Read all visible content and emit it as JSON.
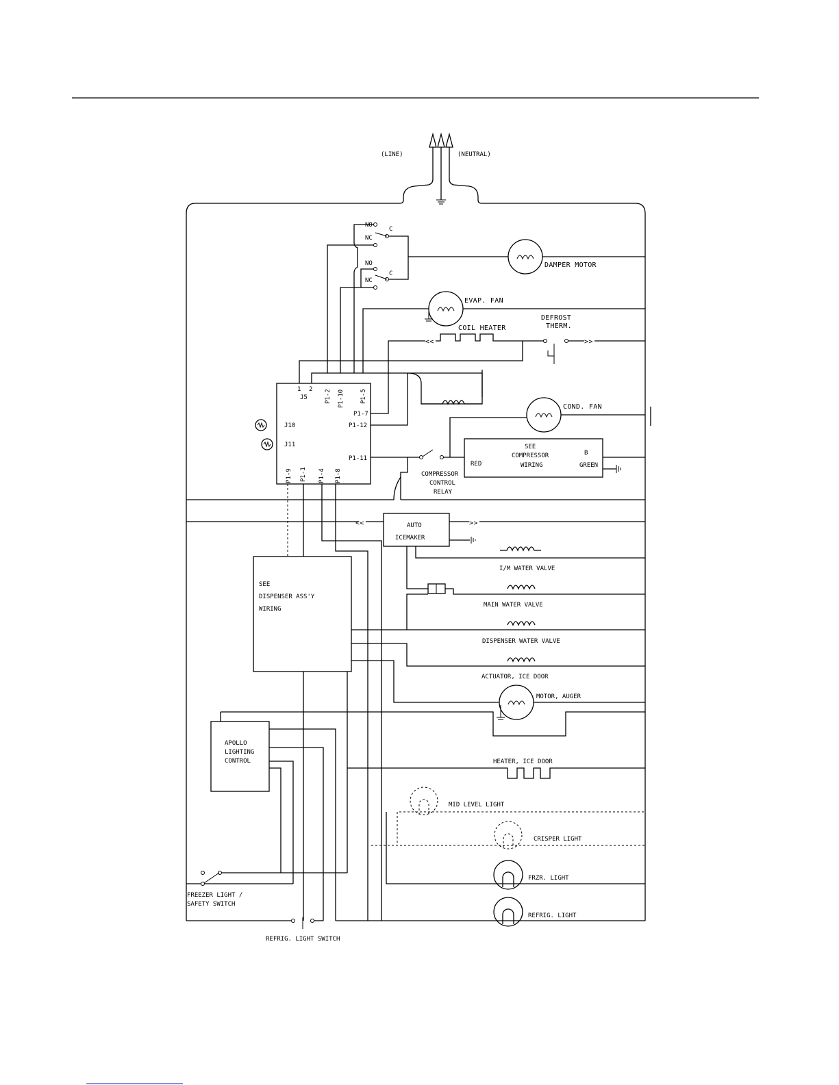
{
  "header": {
    "rule_visible": true
  },
  "supply": {
    "line": "(LINE)",
    "neutral": "(NEUTRAL)"
  },
  "damper_switch": {
    "no_1": "NO",
    "nc_1": "NC",
    "c_1": "C",
    "no_2": "NO",
    "nc_2": "NC",
    "c_2": "C"
  },
  "components": {
    "damper_motor": "DAMPER MOTOR",
    "evap_fan": "EVAP. FAN",
    "coil_heater": "COIL HEATER",
    "defrost_therm_1": "DEFROST",
    "defrost_therm_2": "THERM.",
    "cond_fan": "COND. FAN",
    "compressor_box_1": "SEE",
    "compressor_box_2": "COMPRESSOR",
    "compressor_box_3": "WIRING",
    "compressor_red": "RED",
    "compressor_b": "B",
    "compressor_green": "GREEN",
    "relay_1": "COMPRESSOR",
    "relay_2": "CONTROL",
    "relay_3": "RELAY",
    "icemaker_1": "AUTO",
    "icemaker_2": "ICEMAKER",
    "im_water_valve": "I/M WATER VALVE",
    "main_water_valve": "MAIN WATER VALVE",
    "dispenser_water_valve": "DISPENSER WATER VALVE",
    "actuator_ice_door": "ACTUATOR, ICE DOOR",
    "motor_auger": "MOTOR, AUGER",
    "heater_ice_door": "HEATER, ICE DOOR",
    "mid_level_light": "MID LEVEL LIGHT",
    "crisper_light": "CRISPER LIGHT",
    "frzr_light": "FRZR. LIGHT",
    "refrig_light": "REFRIG. LIGHT",
    "dispenser_1": "SEE",
    "dispenser_2": "DISPENSER ASS'Y",
    "dispenser_3": "WIRING",
    "apollo_1": "APOLLO",
    "apollo_2": "LIGHTING",
    "apollo_3": "CONTROL",
    "freezer_switch_1": "FREEZER LIGHT /",
    "freezer_switch_2": "SAFETY SWITCH",
    "refrig_switch": "REFRIG. LIGHT SWITCH"
  },
  "control_board": {
    "j5_1": "1",
    "j5_2": "2",
    "j5": "J5",
    "p1_2": "P1-2",
    "p1_10": "P1-10",
    "p1_5": "P1-5",
    "p1_7": "P1-7",
    "p1_12": "P1-12",
    "p1_11": "P1-11",
    "j10": "J10",
    "j11": "J11",
    "p1_9": "P1-9",
    "p1_1": "P1-1",
    "p1_4": "P1-4",
    "p1_8": "P1-8"
  }
}
